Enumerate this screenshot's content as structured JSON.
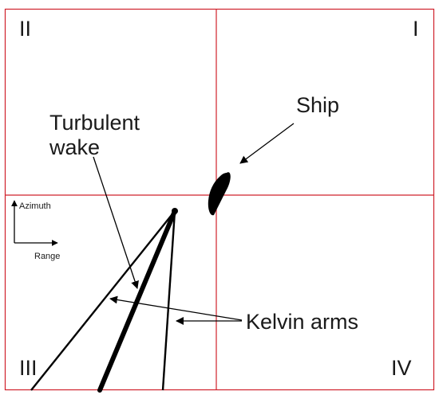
{
  "quadrants": {
    "top_left": "II",
    "top_right": "I",
    "bottom_left": "III",
    "bottom_right": "IV"
  },
  "labels": {
    "ship": "Ship",
    "turbulent_line1": "Turbulent",
    "turbulent_line2": "wake",
    "kelvin": "Kelvin arms"
  },
  "axes": {
    "vertical": "Azimuth",
    "horizontal": "Range"
  },
  "colors": {
    "grid": "#d0212b",
    "ink": "#000000"
  }
}
